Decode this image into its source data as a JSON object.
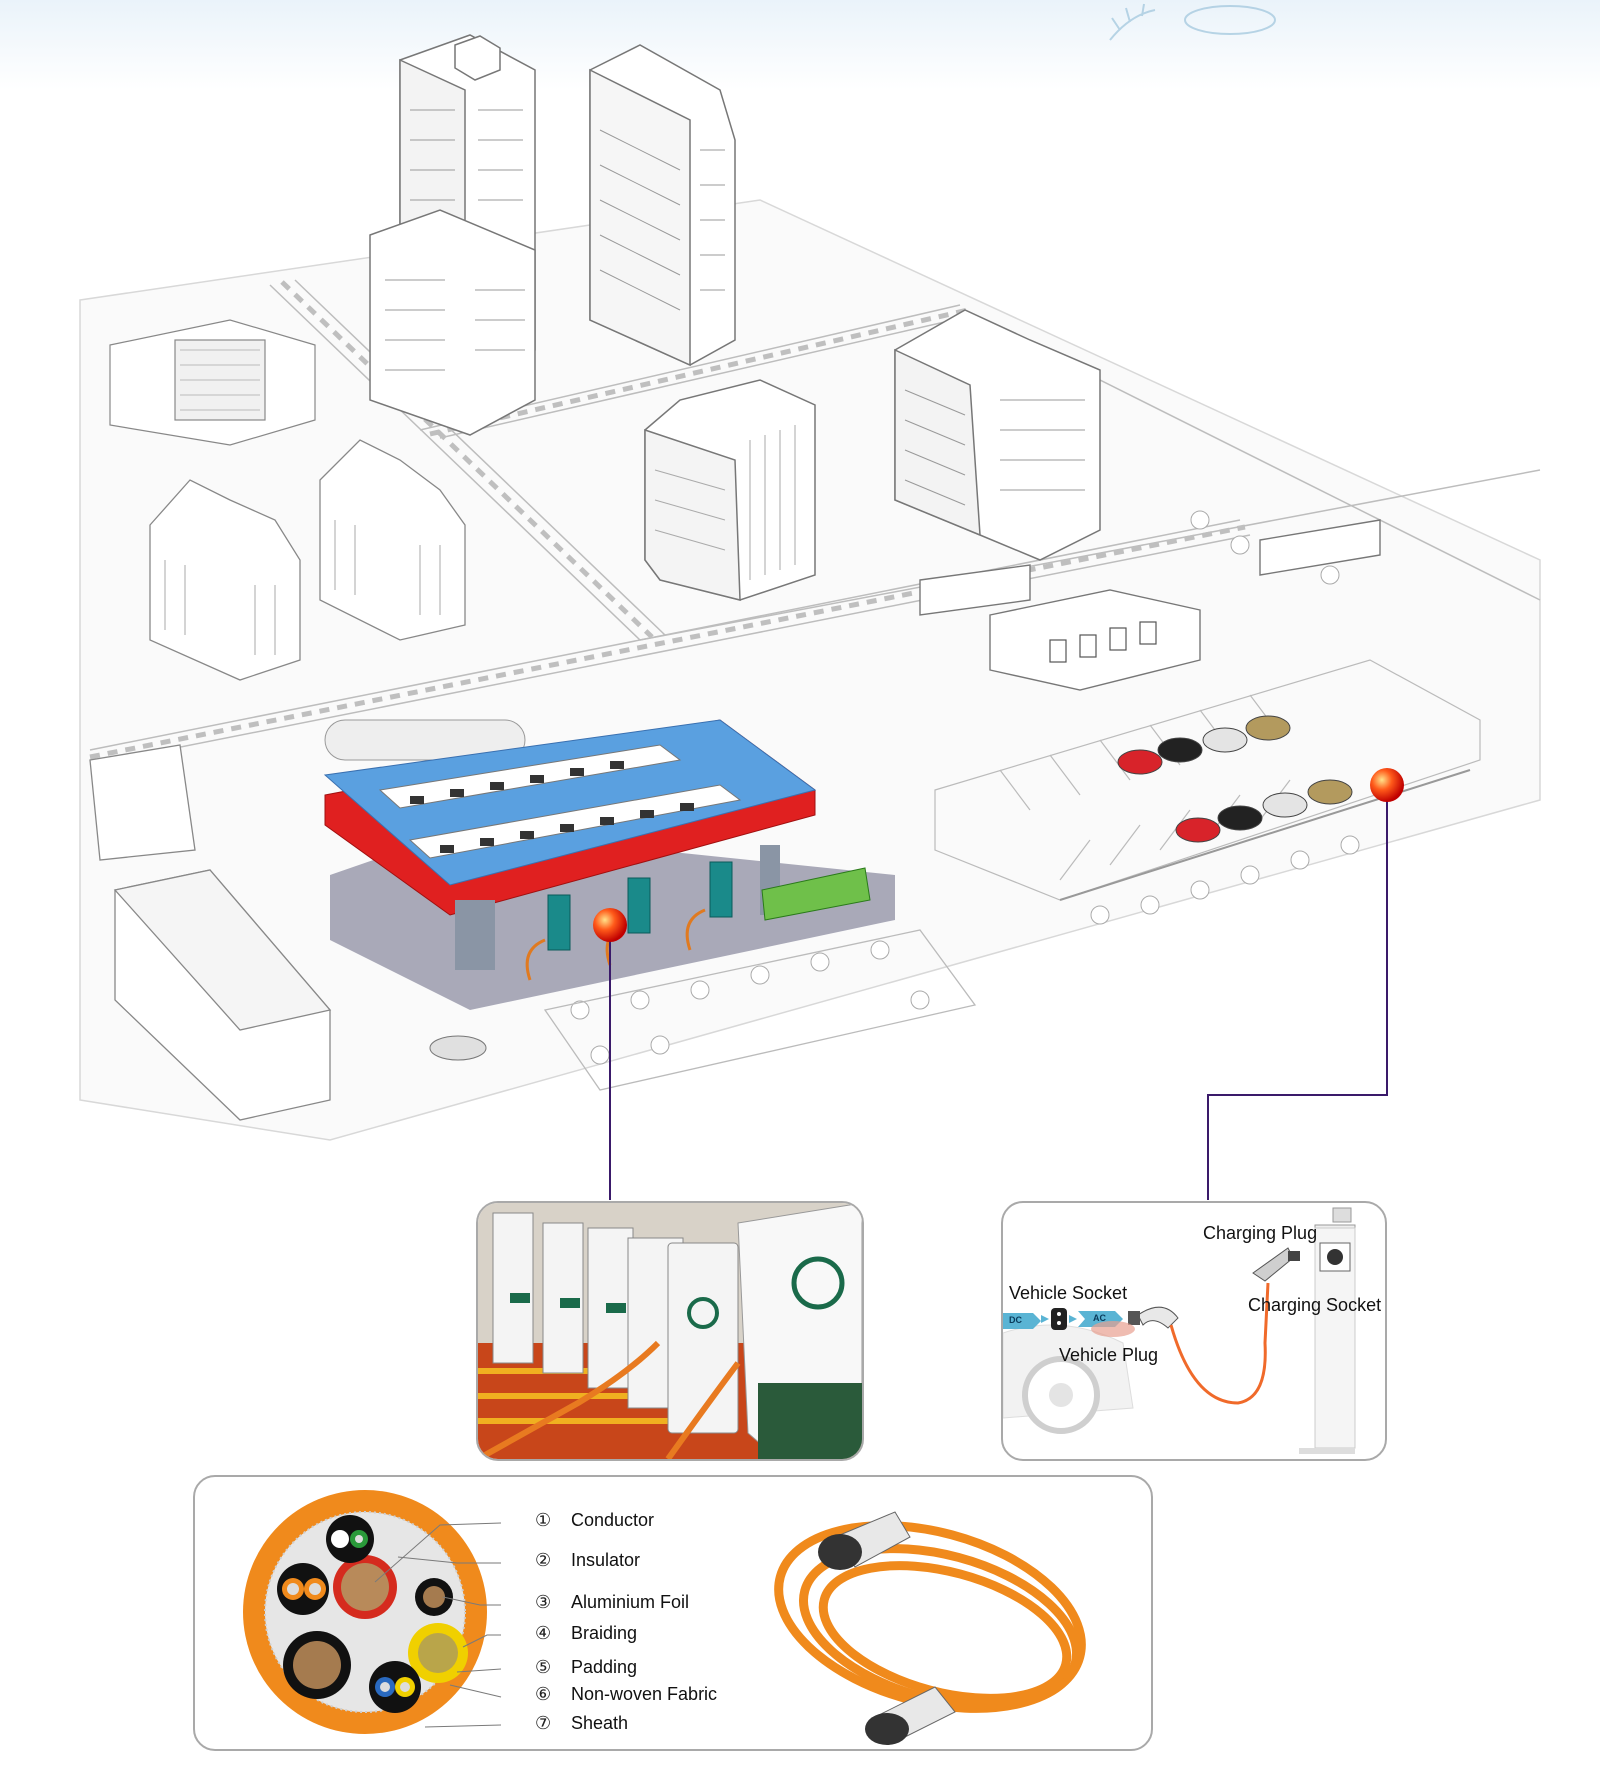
{
  "diagram": {
    "accent_red": "#e02020",
    "roof_blue": "#5aa0e0",
    "cable_orange": "#f08a1c",
    "connector_line": "#3a1a6a"
  },
  "ev_panel": {
    "charging_plug": "Charging Plug",
    "vehicle_socket": "Vehicle Socket",
    "charging_socket": "Charging Socket",
    "vehicle_plug": "Vehicle Plug",
    "dc_tag": "DC",
    "ac_tag": "AC"
  },
  "cable_legend": [
    {
      "num": "①",
      "label": "Conductor"
    },
    {
      "num": "②",
      "label": "Insulator"
    },
    {
      "num": "③",
      "label": "Aluminium Foil"
    },
    {
      "num": "④",
      "label": "Braiding"
    },
    {
      "num": "⑤",
      "label": "Padding"
    },
    {
      "num": "⑥",
      "label": "Non-woven Fabric"
    },
    {
      "num": "⑦",
      "label": "Sheath"
    }
  ]
}
